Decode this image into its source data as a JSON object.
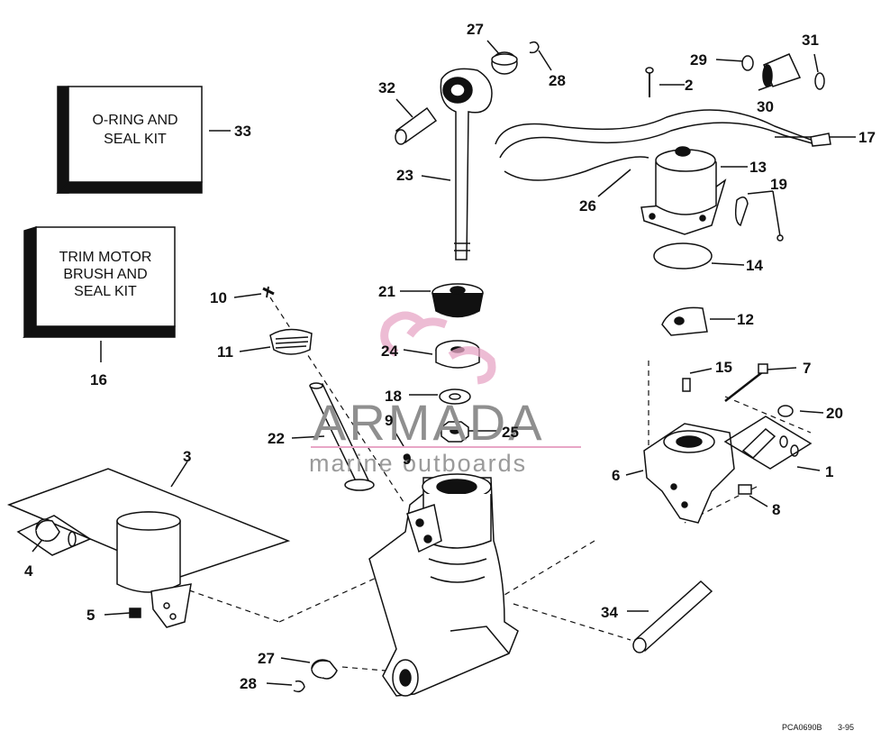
{
  "kits": {
    "oring_seal_kit": {
      "line1": "O-RING AND",
      "line2": "SEAL KIT"
    },
    "trim_motor_kit": {
      "line1": "TRIM MOTOR",
      "line2": "BRUSH AND",
      "line3": "SEAL KIT"
    }
  },
  "callouts": {
    "c1": "1",
    "c2": "2",
    "c3": "3",
    "c4": "4",
    "c5": "5",
    "c6": "6",
    "c7": "7",
    "c8": "8",
    "c9a": "9",
    "c9b": "9",
    "c10": "10",
    "c11": "11",
    "c12": "12",
    "c13": "13",
    "c14": "14",
    "c15": "15",
    "c16": "16",
    "c17": "17",
    "c18": "18",
    "c19": "19",
    "c20": "20",
    "c21": "21",
    "c22": "22",
    "c23": "23",
    "c24": "24",
    "c25": "25",
    "c26": "26",
    "c27a": "27",
    "c27b": "27",
    "c28a": "28",
    "c28b": "28",
    "c29": "29",
    "c30": "30",
    "c31": "31",
    "c32": "32",
    "c33": "33",
    "c34": "34"
  },
  "watermark": {
    "brand": "ARMADA",
    "tagline": "marine outboards",
    "logo_color": "#e8a6c6"
  },
  "footer": {
    "code": "PCA0690B",
    "date": "3-95"
  }
}
